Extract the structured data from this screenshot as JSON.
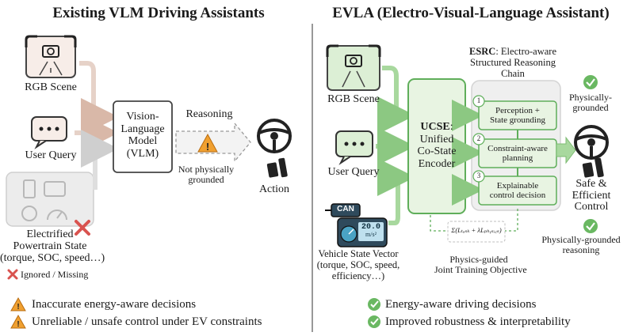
{
  "left_panel": {
    "title": "Existing VLM Driving Assistants",
    "rgb_label": "RGB Scene",
    "query_label": "User Query",
    "vlm_label": "Vision-\nLanguage\nModel\n(VLM)",
    "reasoning_label": "Reasoning",
    "not_grounded_label": "Not physically\ngrounded",
    "action_label": "Action",
    "powertrain_label": "Electrified\nPowertrain State\n(torque, SOC, speed…)",
    "ignored_label": "Ignored / Missing",
    "bullets": [
      "Inaccurate energy-aware decisions",
      "Unreliable / unsafe control under EV constraints"
    ]
  },
  "right_panel": {
    "title": "EVLA (Electro-Visual-Language Assistant)",
    "rgb_label": "RGB Scene",
    "query_label": "User Query",
    "vehicle_label": "Vehicle State Vector\n(torque, SOC, speed,\nefficiency…)",
    "can_label": "CAN",
    "gauge_value": "20.0",
    "gauge_unit": "m/s²",
    "ucse_bold": "UCSE",
    "ucse_rest": ":\nUnified\nCo-State\nEncoder",
    "esrc_bold": "ESRC",
    "esrc_rest": ": Electro-aware\nStructured Reasoning\nChain",
    "steps": [
      {
        "num": "1",
        "label": "Perception +\nState grounding"
      },
      {
        "num": "2",
        "label": "Constraint-aware\nplanning"
      },
      {
        "num": "3",
        "label": "Explainable\ncontrol decision"
      }
    ],
    "formula": "Σ(Lₜₐₛₖ + λLₚₕᵧₛᵢ꜀ₛ)",
    "objective_label": "Physics-guided\nJoint Training Objective",
    "top_check_label": "Physically-\ngrounded",
    "control_label": "Safe &\nEfficient\nControl",
    "bottom_check_label": "Physically-grounded\nreasoning",
    "bullets": [
      "Energy-aware driving decisions",
      "Improved robustness & interpretability"
    ]
  },
  "colors": {
    "green": "#5fae5a",
    "green_light": "#dcefd5",
    "green_box": "#e8f4e2",
    "tan": "#d9b8a8",
    "warn": "#f0a030",
    "red": "#d9534f",
    "gray": "#c8c8c8"
  }
}
